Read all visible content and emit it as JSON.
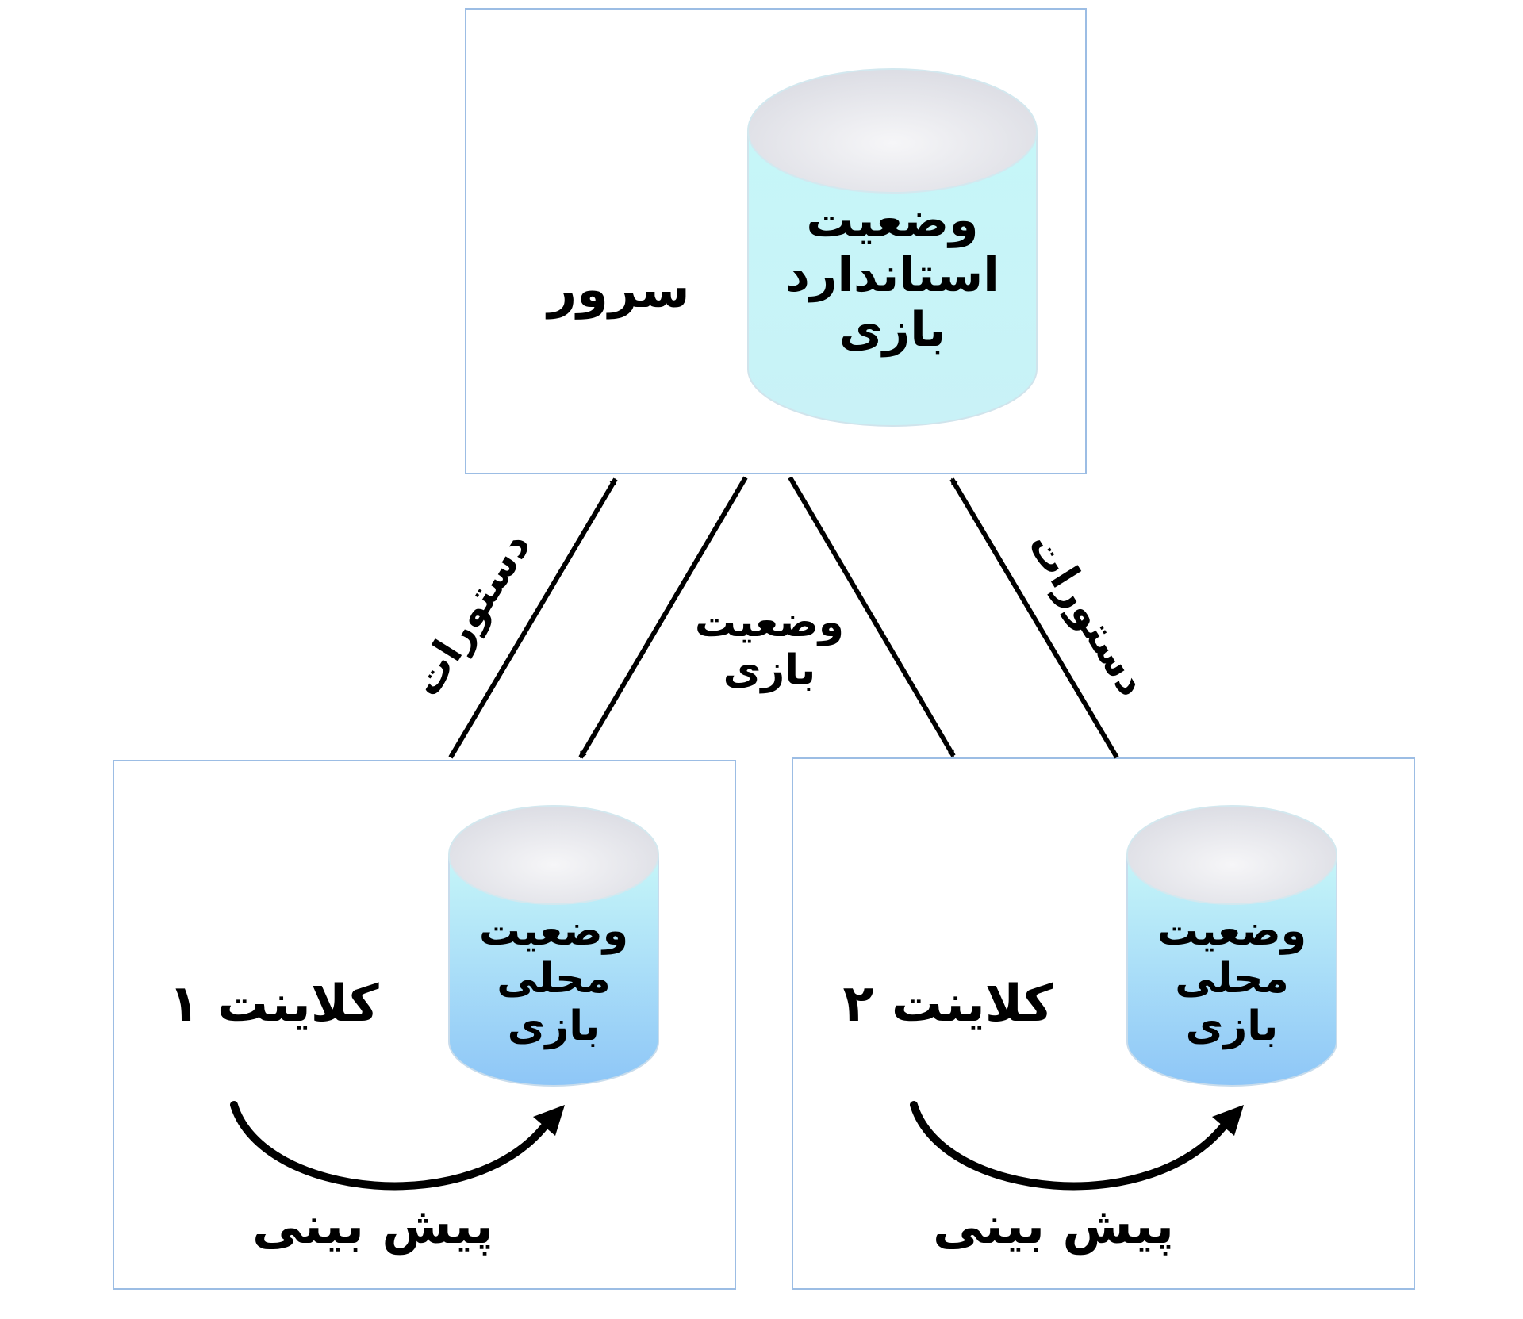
{
  "server": {
    "label": "سرور",
    "db_lines": [
      "وضعیت",
      "استاندارد",
      "بازی"
    ]
  },
  "client1": {
    "label": "کلاینت ۱",
    "db_lines": [
      "وضعیت",
      "محلی",
      "بازی"
    ],
    "prediction": "پیش بینی"
  },
  "client2": {
    "label": "کلاینت ۲",
    "db_lines": [
      "وضعیت",
      "محلی",
      "بازی"
    ],
    "prediction": "پیش بینی"
  },
  "arrows": {
    "commands_left": "دستورات",
    "commands_right": "دستورات",
    "game_state": [
      "وضعیت",
      "بازی"
    ]
  },
  "colors": {
    "box_border": "#9cbde4",
    "server_cylinder": "#c8f4f8",
    "client_cylinder_top": "#c8f4f8",
    "client_cylinder_bottom": "#8cc4f6"
  }
}
